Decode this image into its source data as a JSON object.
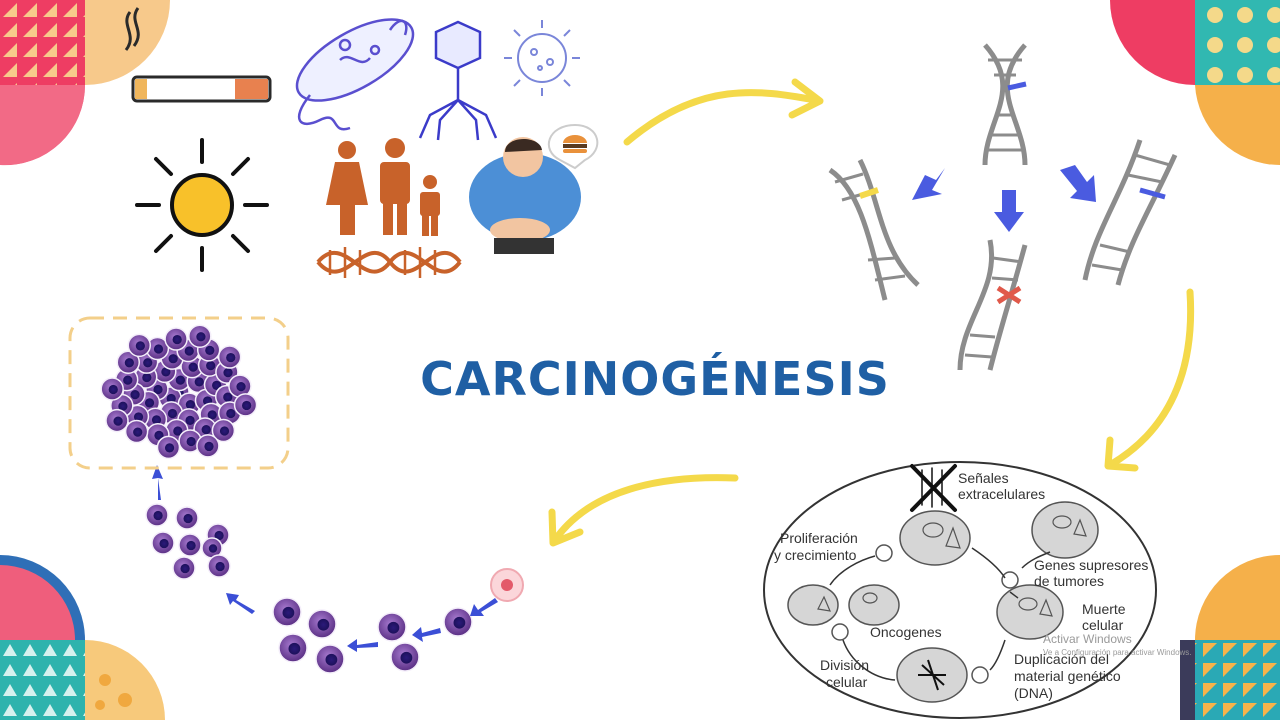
{
  "title": "CARCINOGÉNESIS",
  "cycle_labels": {
    "signals_1": "Señales",
    "signals_2": "extracelulares",
    "prolif_1": "Proliferación",
    "prolif_2": "y crecimiento",
    "suppress_1": "Genes supresores",
    "suppress_2": "de tumores",
    "death_1": "Muerte",
    "death_2": "celular",
    "oncogenes": "Oncogenes",
    "division_1": "División",
    "division_2": "celular",
    "dup_1": "Duplicación del",
    "dup_2": "material genético",
    "dup_3": "(DNA)"
  },
  "watermark": {
    "line1": "Activar Windows",
    "line2": "Ve a Configuración para activar Windows."
  },
  "colors": {
    "title": "#1f5fa4",
    "arrow": "#f4d94a",
    "cell": "#6b3f93",
    "dna": "#8c8c8c",
    "dna_accent": "#4a5be0",
    "people": "#c8622a",
    "sun": "#f8c12a"
  },
  "icons": [
    "cigarette-icon",
    "bacteria-icon",
    "bacteriophage-icon",
    "virus-icon",
    "sun-icon",
    "family-icon",
    "dna-icon",
    "obese-person-icon",
    "burger-icon"
  ]
}
